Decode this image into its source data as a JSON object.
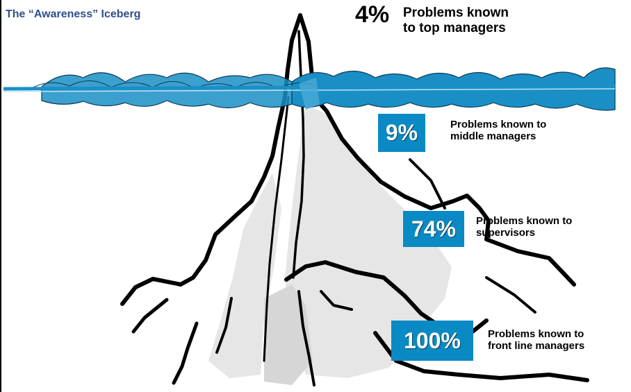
{
  "title": "The “Awareness” Iceberg",
  "levels": [
    {
      "percent": "4%",
      "description": "Problems known\nto top managers"
    },
    {
      "percent": "9%",
      "description": "Problems known to\nmiddle managers"
    },
    {
      "percent": "74%",
      "description": "Problems known to\nsupervisors"
    },
    {
      "percent": "100%",
      "description": "Problems known to\nfront line managers"
    }
  ],
  "colors": {
    "title": "#2e4e8c",
    "badge": "#0a8ac4",
    "water": "#0a8ac4",
    "ice_shadow": "#d9d9d9"
  }
}
